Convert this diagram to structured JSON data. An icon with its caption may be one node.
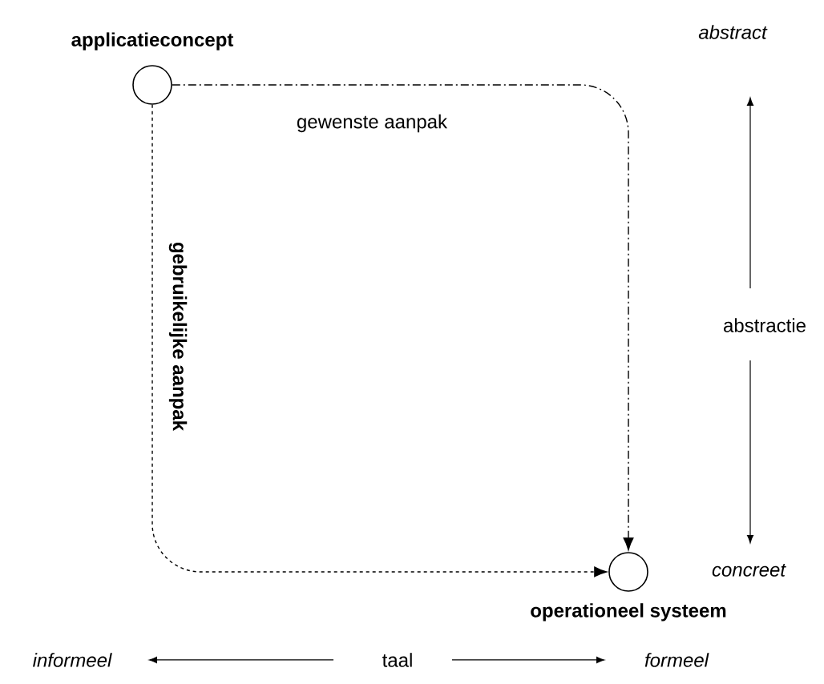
{
  "diagram": {
    "nodes": [
      {
        "text": [
          "applicatieconcept"
        ]
      },
      {
        "text": [
          "operationeel systeem"
        ]
      }
    ],
    "edges": [
      {
        "from": 0,
        "to": 1,
        "arrow": "to",
        "label": "gewenste aanpak",
        "style": "dashed"
      },
      {
        "from": 0,
        "to": 1,
        "arrow": "to",
        "label": "gebruikelijke aanpak",
        "style": "dashed"
      }
    ],
    "labels": [
      "abstract",
      "abstractie",
      "concreet",
      "informeel",
      "taal",
      "formeel"
    ]
  }
}
